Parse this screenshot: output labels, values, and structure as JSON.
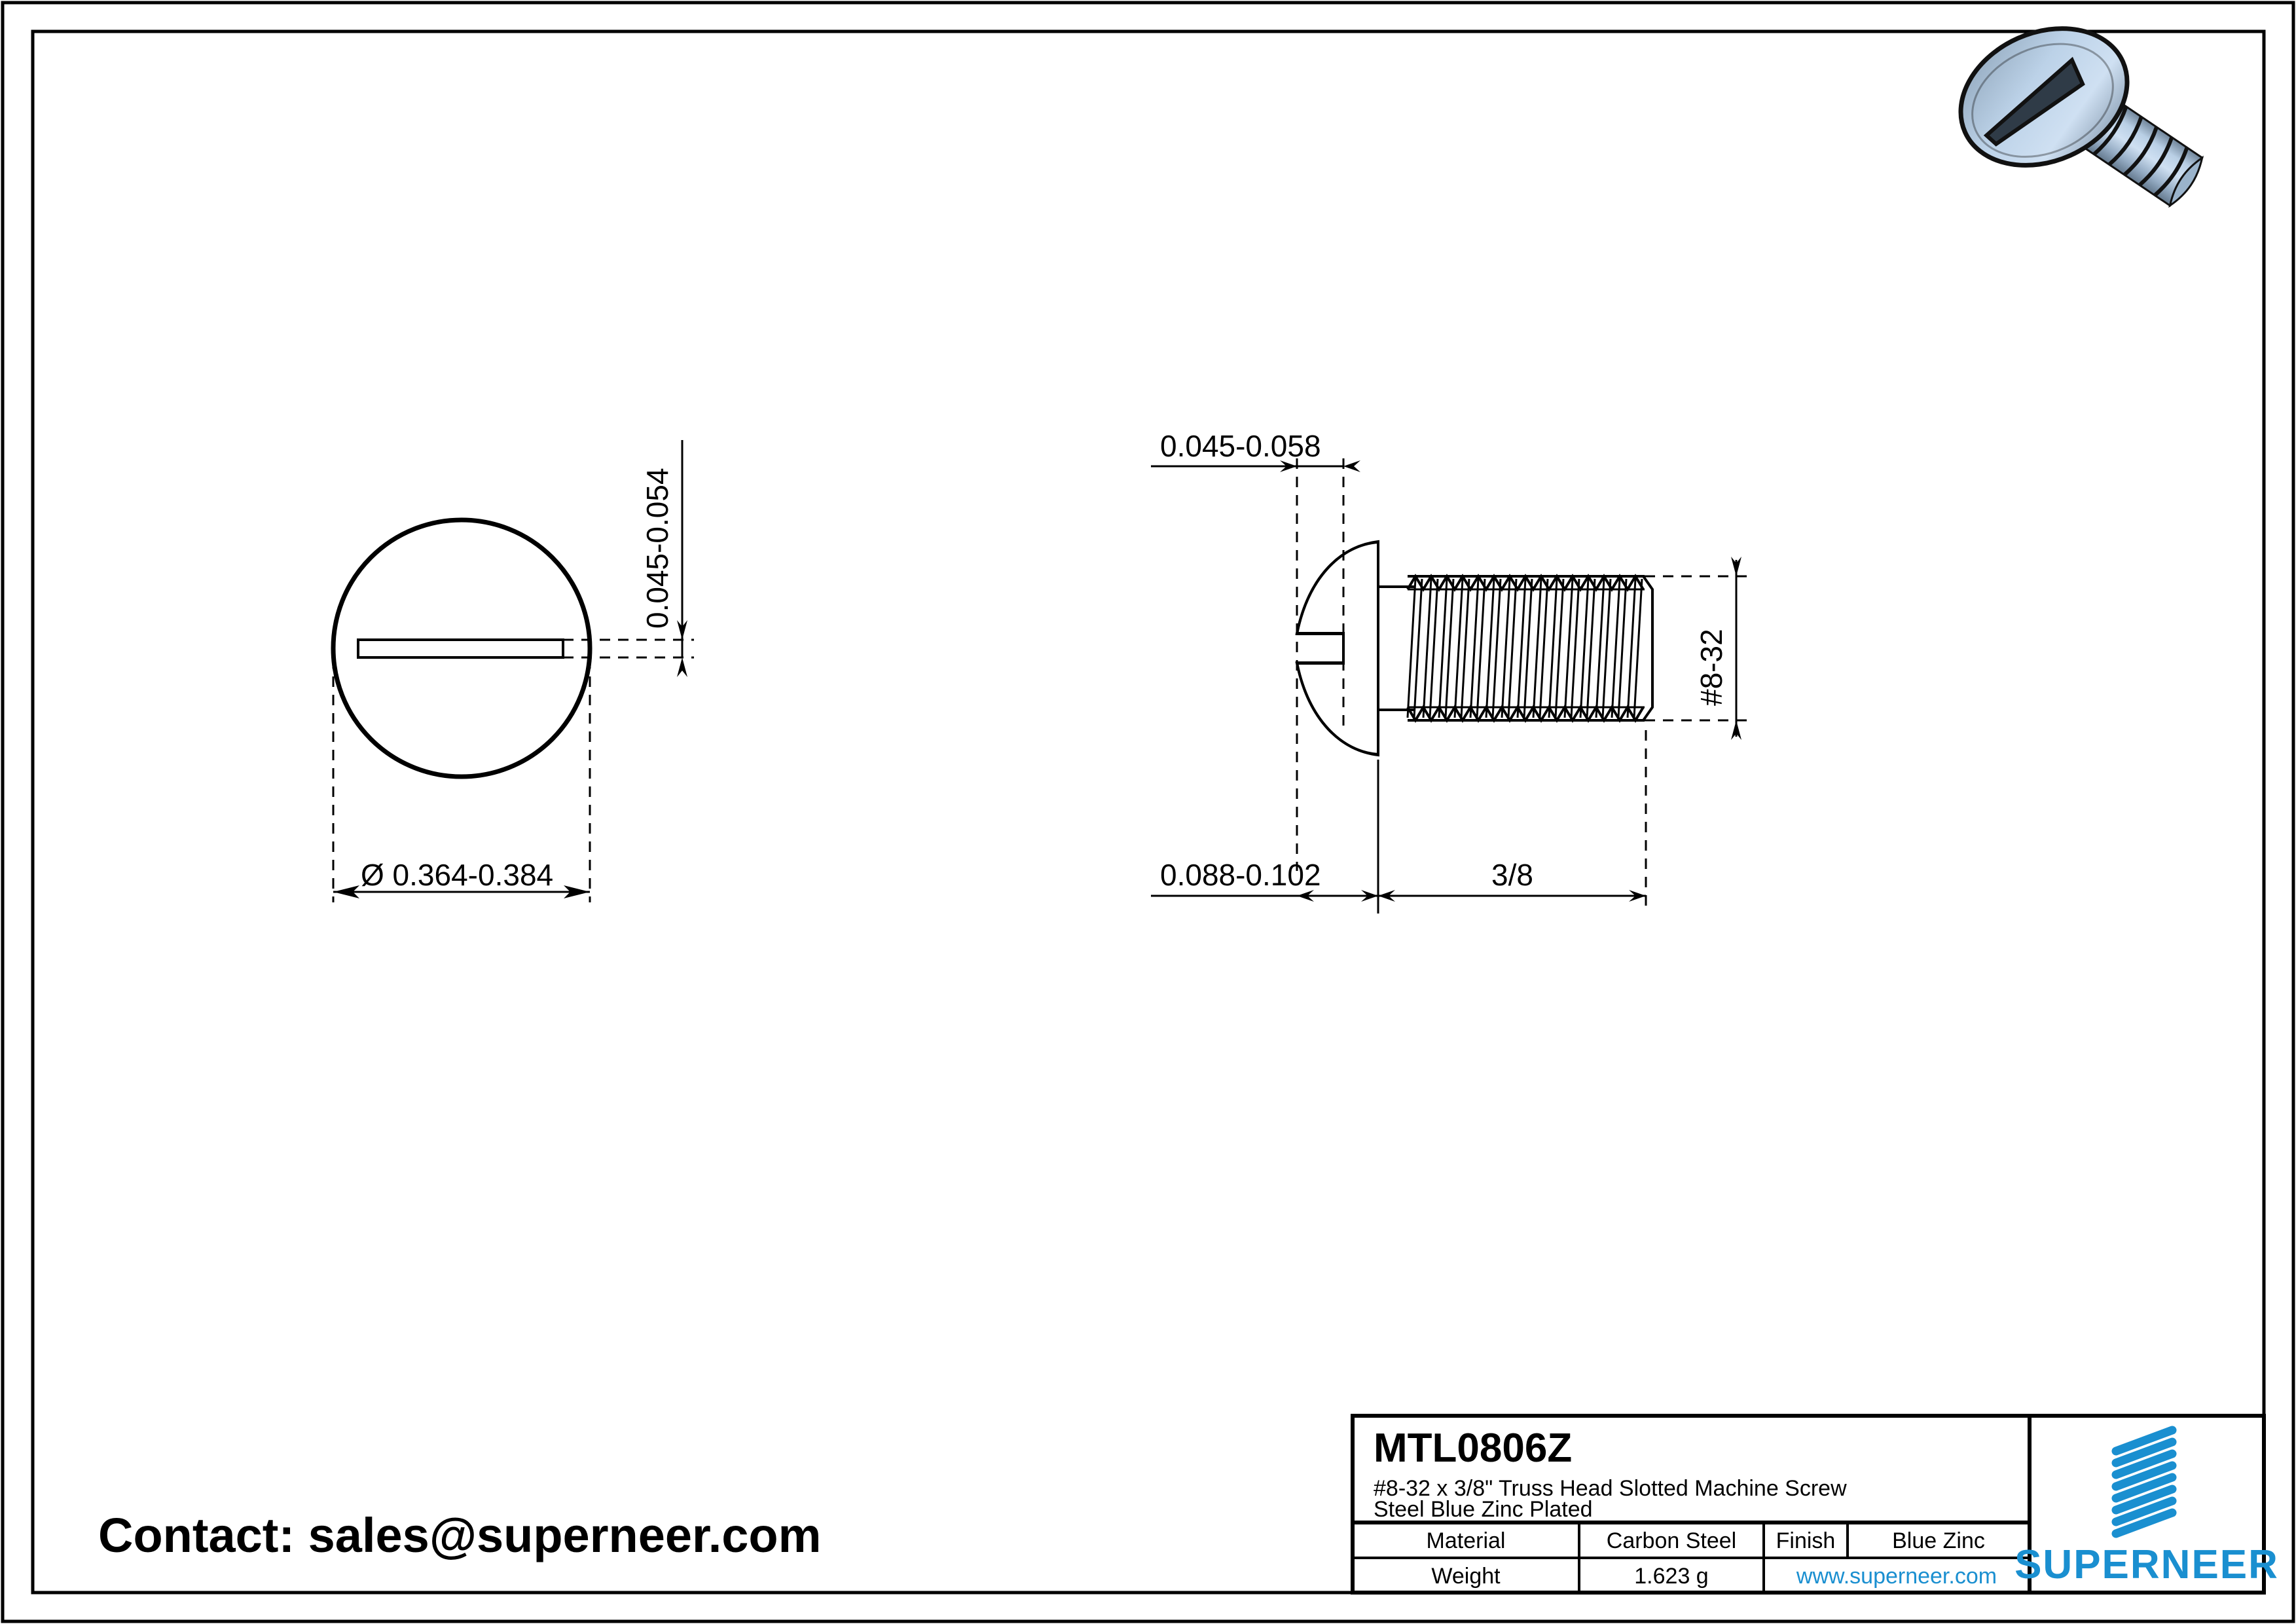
{
  "sheet": {
    "background": "#ffffff",
    "accent_color": "#1a8fd0",
    "line_color": "#000000"
  },
  "contact": {
    "label": "Contact: sales@superneer.com"
  },
  "front_view": {
    "name": "head-top-view",
    "diameter_dimension": "Ø 0.364-0.384",
    "slot_width_dimension": "0.045-0.054"
  },
  "side_view": {
    "name": "screw-side-view",
    "slot_depth_dimension": "0.045-0.058",
    "head_height_dimension": "0.088-0.102",
    "length_dimension": "3/8",
    "thread_dimension": "#8-32"
  },
  "isometric": {
    "name": "screw-3d-render",
    "body_color": "#9fbcdc",
    "highlight_color": "#cfe0f2",
    "shade_color": "#6b8099"
  },
  "title_block": {
    "part_number": "MTL0806Z",
    "description_line1": "#8-32 x 3/8\" Truss Head Slotted Machine Screw",
    "description_line2": "Steel Blue Zinc Plated",
    "rows": [
      {
        "label": "Material",
        "value": "Carbon Steel",
        "label2": "Finish",
        "value2": "Blue Zinc"
      },
      {
        "label": "Weight",
        "value": "1.623 g",
        "link": "www.superneer.com"
      }
    ]
  },
  "logo": {
    "brand": "SUPERNEER",
    "color": "#1a8fd0",
    "stripe_count": 8
  }
}
